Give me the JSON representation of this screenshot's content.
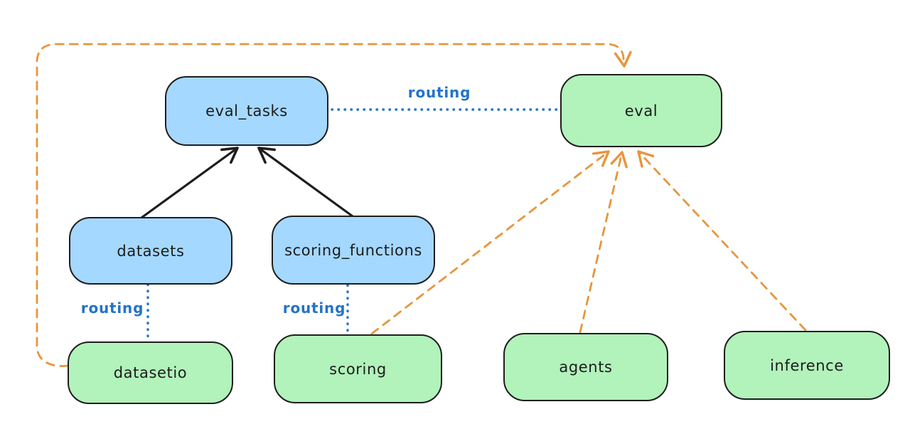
{
  "diagram": {
    "nodes": [
      {
        "id": "eval_tasks",
        "label": "eval_tasks",
        "kind": "resource"
      },
      {
        "id": "eval",
        "label": "eval",
        "kind": "api"
      },
      {
        "id": "datasets",
        "label": "datasets",
        "kind": "resource"
      },
      {
        "id": "scoring_functions",
        "label": "scoring_functions",
        "kind": "resource"
      },
      {
        "id": "datasetio",
        "label": "datasetio",
        "kind": "api"
      },
      {
        "id": "scoring",
        "label": "scoring",
        "kind": "api"
      },
      {
        "id": "agents",
        "label": "agents",
        "kind": "api"
      },
      {
        "id": "inference",
        "label": "inference",
        "kind": "api"
      }
    ],
    "edge_labels": [
      {
        "id": "routing-eval-tasks-to-eval",
        "label": "routing"
      },
      {
        "id": "routing-datasets-to-datasetio",
        "label": "routing"
      },
      {
        "id": "routing-scoring-functions-to-scoring",
        "label": "routing"
      }
    ],
    "colors": {
      "resource_fill": "#a5d8ff",
      "api_fill": "#b2f2bb",
      "node_stroke": "#1e1e1e",
      "routing_color": "#2373c8",
      "dependency_color": "#e8953c",
      "background": "#ffffff"
    }
  }
}
